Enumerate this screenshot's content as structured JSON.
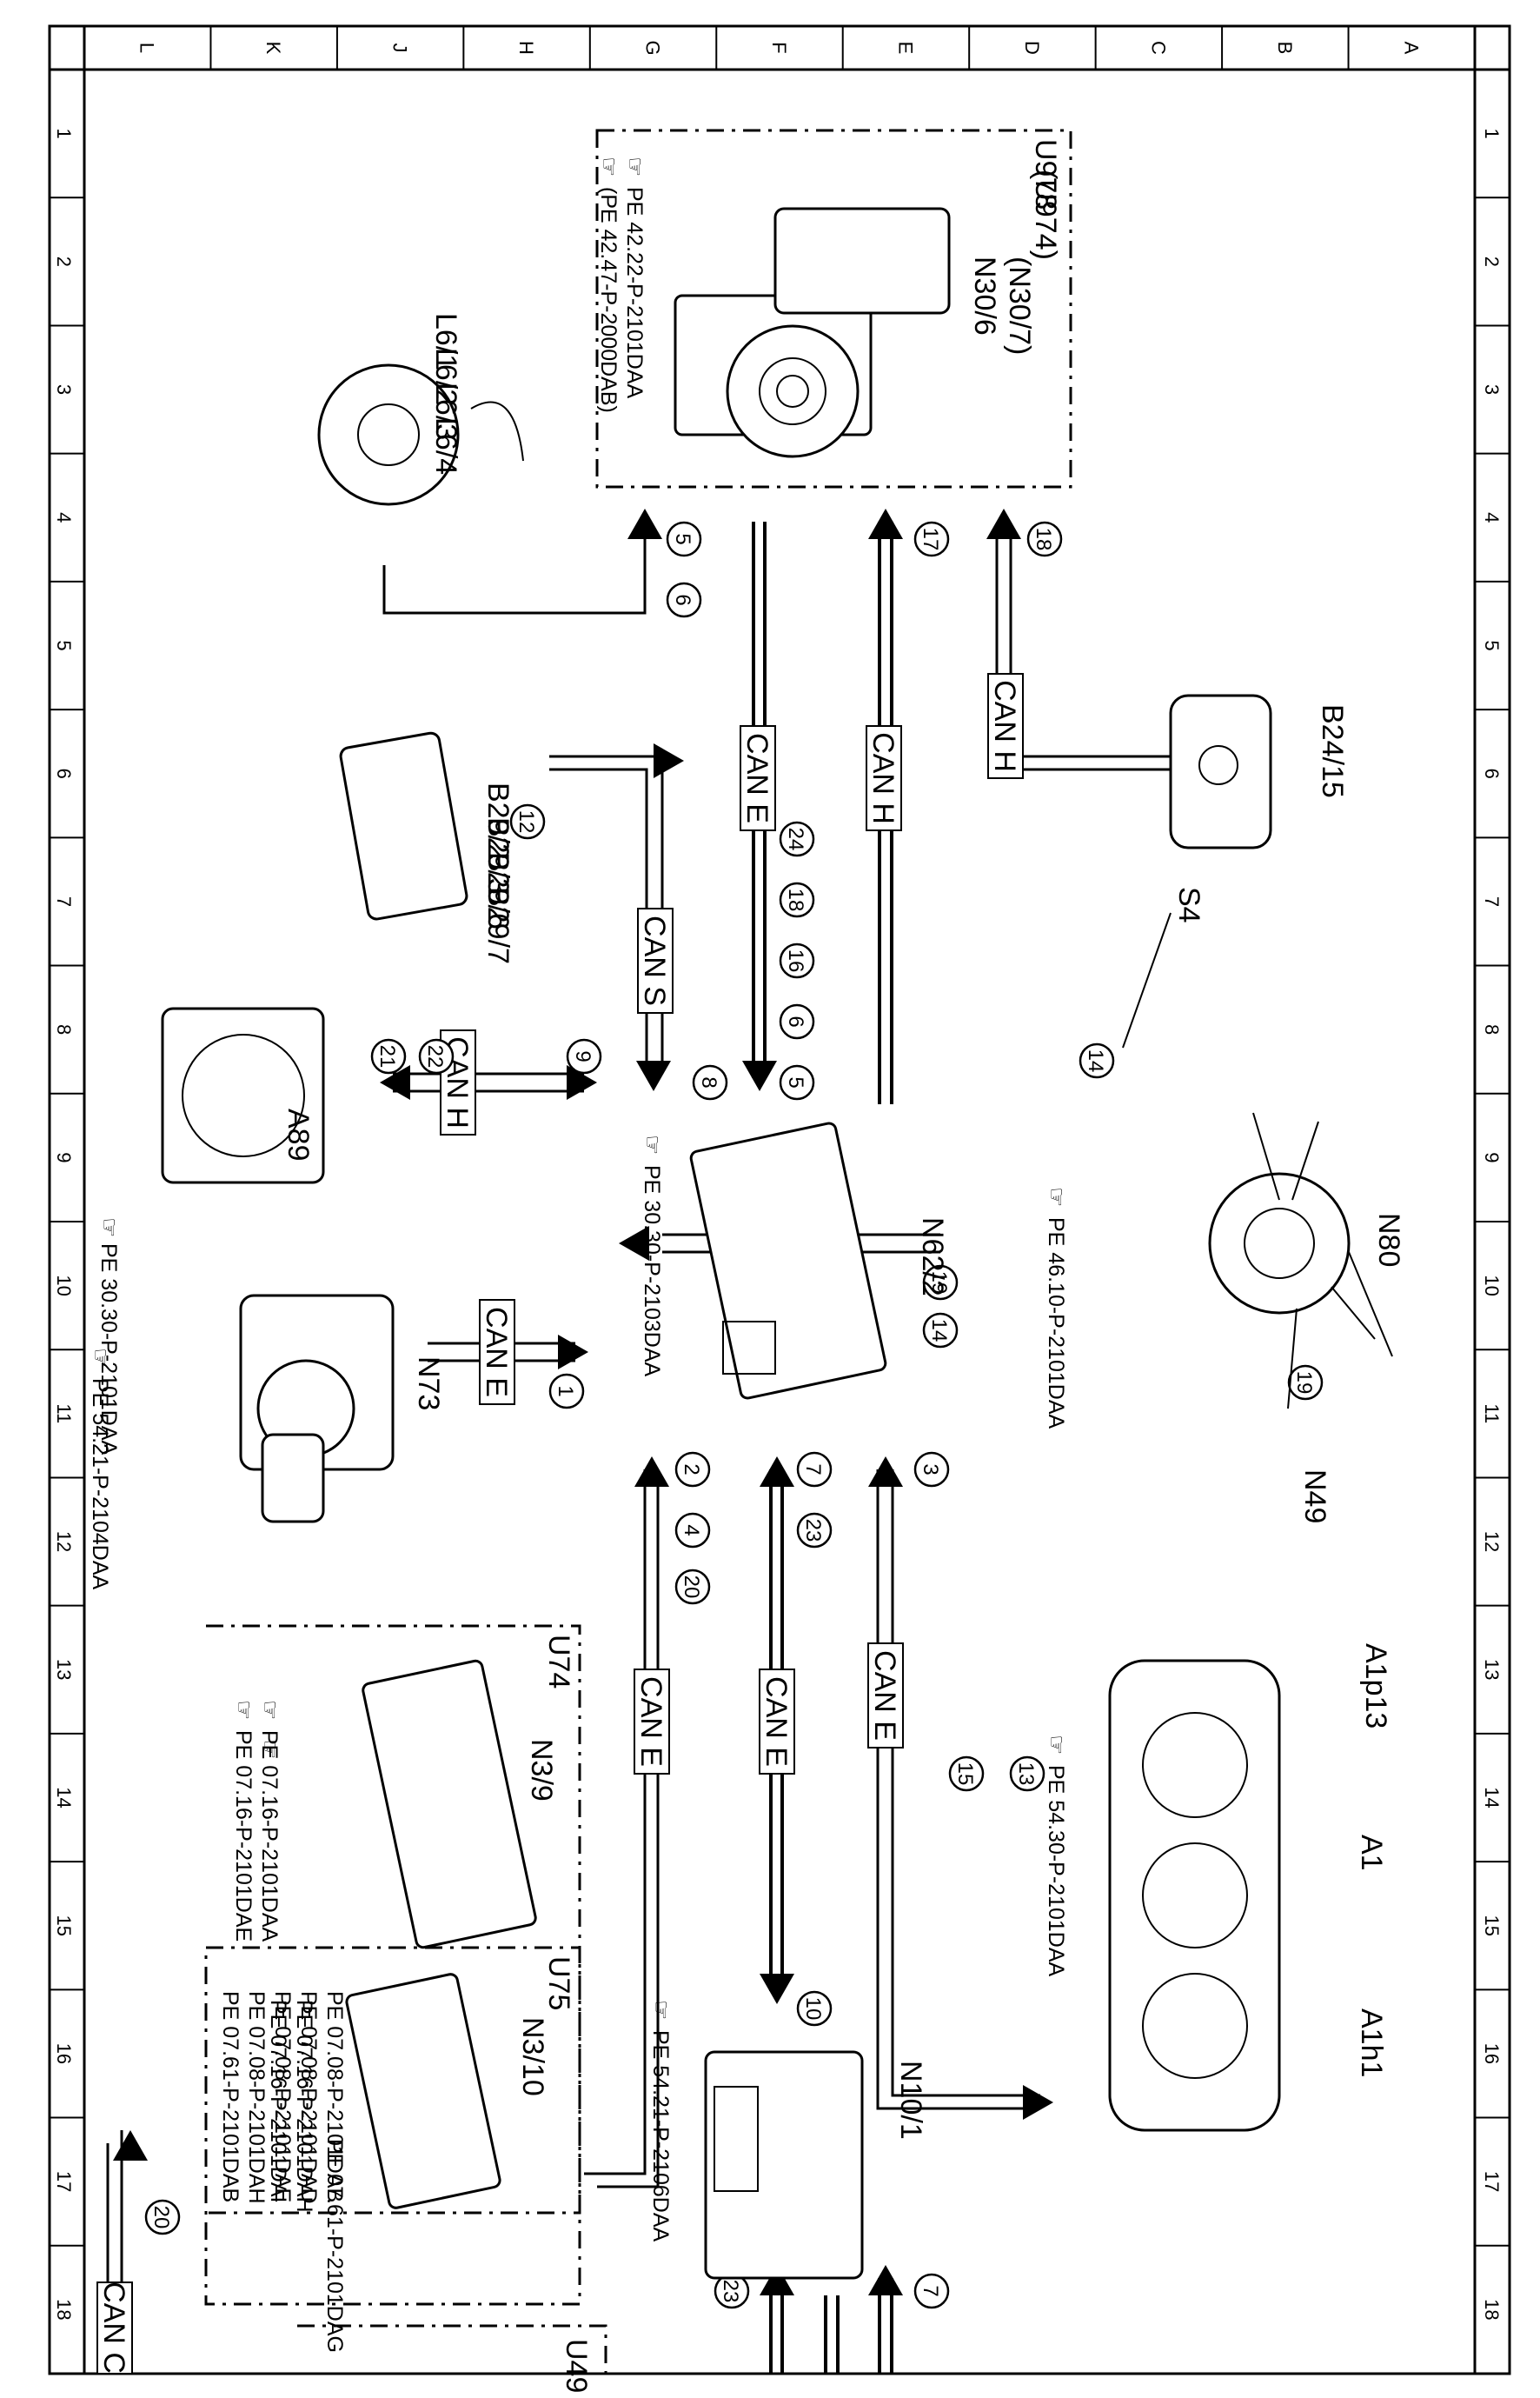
{
  "frame": {
    "row_labels": [
      "1",
      "2",
      "3",
      "4",
      "5",
      "6",
      "7",
      "8",
      "9",
      "10",
      "11",
      "12",
      "13",
      "14",
      "15",
      "16",
      "17",
      "18"
    ],
    "col_labels": [
      "A",
      "B",
      "C",
      "D",
      "E",
      "F",
      "G",
      "H",
      "J",
      "K",
      "L"
    ]
  },
  "components": {
    "U978": {
      "id": "U978",
      "alt": "(U974)",
      "name": "N30/6",
      "alt_name": "(N30/7)",
      "refs": [
        "PE 42.22-P-2101DAA",
        "(PE 42.47-P-2000DAB)"
      ]
    },
    "L6": {
      "labels": [
        "L6/1",
        "L6/2",
        "L6/3",
        "L6/4"
      ]
    },
    "B29": {
      "labels": [
        "B29/2",
        "B29/3",
        "B29/6",
        "B29/7"
      ]
    },
    "B24": {
      "label": "B24/15"
    },
    "A89": {
      "label": "A89",
      "ref": "PE 30.30-P-2101DAA"
    },
    "N62": {
      "label": "N62/2",
      "ref": "PE 30.30-P-2103DAA"
    },
    "N80": {
      "label": "N80",
      "ref": "PE 46.10-P-2101DAA",
      "s4": "S4",
      "n49": "N49"
    },
    "N73": {
      "label": "N73",
      "ref": "PE 54.21-P-2104DAA"
    },
    "U74": {
      "id": "U74",
      "name": "N3/9",
      "refs": [
        "PE 07.16-P-2101DAA",
        "PE 07.16-P-2101DAE",
        "PE 07.16-P-2101DAH",
        "PE 07.16-P-2101DAI"
      ]
    },
    "U75": {
      "id": "U75",
      "name": "N3/10",
      "refs": [
        "PE 07.08-P-2101DAB",
        "PE 07.08-P-2101DAD",
        "PE 07.08-P-2101DAE",
        "PE 07.08-P-2101DAH",
        "PE 07.61-P-2101DAB",
        "PE 07.61-P-2101DAG"
      ]
    },
    "A1": {
      "label": "A1",
      "p13": "A1p13",
      "h1": "A1h1",
      "ref": "PE 54.30-P-2101DAA"
    },
    "N10": {
      "label": "N10/1",
      "ref": "PE 54.21-P-2106DAA"
    },
    "U49": {
      "id": "U49"
    }
  },
  "buses": {
    "can_e": "CAN E",
    "can_h": "CAN H",
    "can_s": "CAN S",
    "can_c": "CAN C"
  },
  "signals": [
    "1",
    "2",
    "3",
    "4",
    "5",
    "6",
    "7",
    "8",
    "9",
    "10",
    "12",
    "13",
    "14",
    "15",
    "16",
    "17",
    "18",
    "19",
    "20",
    "21",
    "22",
    "23",
    "24"
  ]
}
